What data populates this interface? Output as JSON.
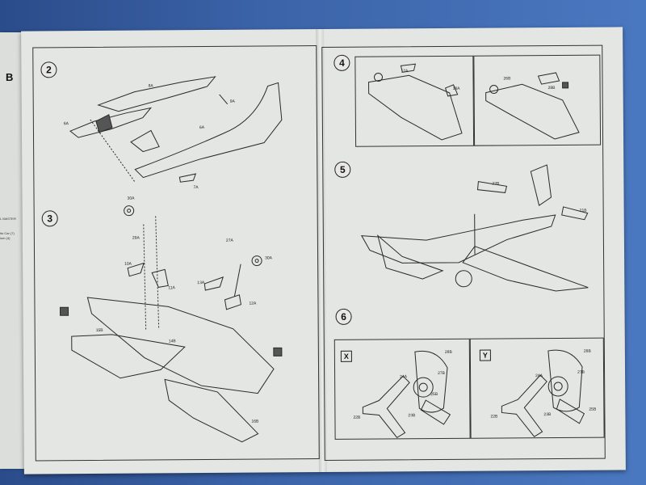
{
  "left_sheet": {
    "page_letter": "B",
    "edge_text": [
      "L MASTER",
      "",
      "ito Car (7)",
      "ium (4)"
    ]
  },
  "steps": [
    "2",
    "3",
    "4",
    "5",
    "6"
  ],
  "views": {
    "x": "X",
    "y": "Y"
  },
  "parts": {
    "step2": [
      "8A",
      "9A",
      "6A",
      "6A",
      "7A"
    ],
    "step3": [
      "30A",
      "29A",
      "10A",
      "11A",
      "27A",
      "30A",
      "13A",
      "12A",
      "14B",
      "15B",
      "16B"
    ],
    "step4": [
      "17A",
      "18A",
      "26B",
      "28B"
    ],
    "step5": [
      "22B",
      "21B"
    ],
    "step6x": [
      "28B",
      "27B",
      "25B",
      "24A",
      "23B",
      "22B"
    ],
    "step6y": [
      "28B",
      "27B",
      "24A",
      "23B",
      "22B",
      "25B"
    ]
  }
}
